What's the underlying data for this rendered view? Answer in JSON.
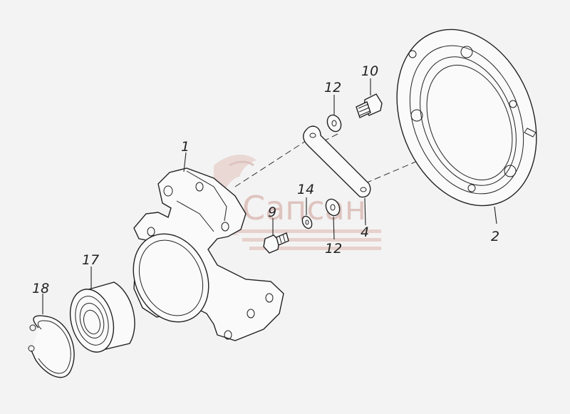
{
  "watermark": {
    "text": "Сапсан",
    "color": "#d8b4ad"
  },
  "callouts": [
    {
      "id": "c1",
      "label": "1"
    },
    {
      "id": "c2",
      "label": "2"
    },
    {
      "id": "c4",
      "label": "4"
    },
    {
      "id": "c9",
      "label": "9"
    },
    {
      "id": "c10",
      "label": "10"
    },
    {
      "id": "c12a",
      "label": "12"
    },
    {
      "id": "c12b",
      "label": "12"
    },
    {
      "id": "c14",
      "label": "14"
    },
    {
      "id": "c17",
      "label": "17"
    },
    {
      "id": "c18",
      "label": "18"
    }
  ]
}
